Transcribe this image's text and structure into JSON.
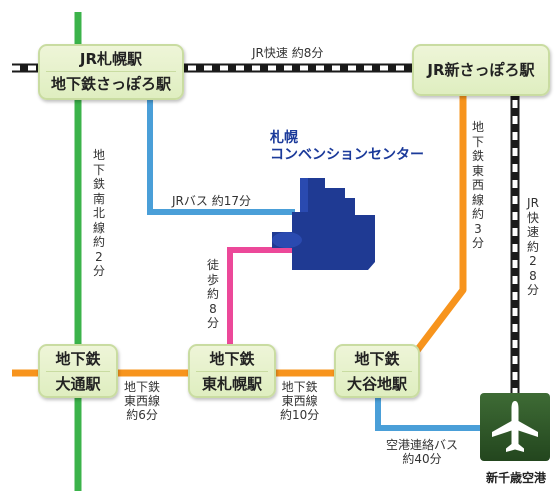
{
  "stations": {
    "sapporo_line1": "JR札幌駅",
    "sapporo_line2": "地下鉄さっぽろ駅",
    "shin_sapporo": "JR新さっぽろ駅",
    "odori_line1": "地下鉄",
    "odori_line2": "大通駅",
    "higashi_line1": "地下鉄",
    "higashi_line2": "東札幌駅",
    "oyachi_line1": "地下鉄",
    "oyachi_line2": "大谷地駅"
  },
  "venue": {
    "line1": "札幌",
    "line2": "コンベンションセンター"
  },
  "routes": {
    "jr_rapid_top": "JR快速 約8分",
    "jr_bus": "JRバス 約17分",
    "nanboku": "地下鉄南北線約2分",
    "walk": "徒歩約8分",
    "tozai_right": "地下鉄東西線約3分",
    "jr_rapid_right": "JR快速約28分",
    "odori_higashi_line1": "地下鉄",
    "odori_higashi_line2": "東西線",
    "odori_higashi_line3": "約6分",
    "higashi_oyachi_line1": "地下鉄",
    "higashi_oyachi_line2": "東西線",
    "higashi_oyachi_line3": "約10分",
    "airport_bus_line1": "空港連絡バス",
    "airport_bus_line2": "約40分"
  },
  "airport": {
    "name": "新千歳空港",
    "icon": "airplane-icon"
  },
  "colors": {
    "jr_line": "#1a1a1a",
    "nanboku_line": "#3bb34a",
    "tozai_line": "#f7941d",
    "jr_bus_line": "#4a9fd8",
    "walk_line": "#ec4899",
    "airport_bus_line": "#4a9fd8",
    "venue_building": "#1f3a93",
    "airport_box": "#2e5a27",
    "venue_text": "#1b3a9a"
  }
}
